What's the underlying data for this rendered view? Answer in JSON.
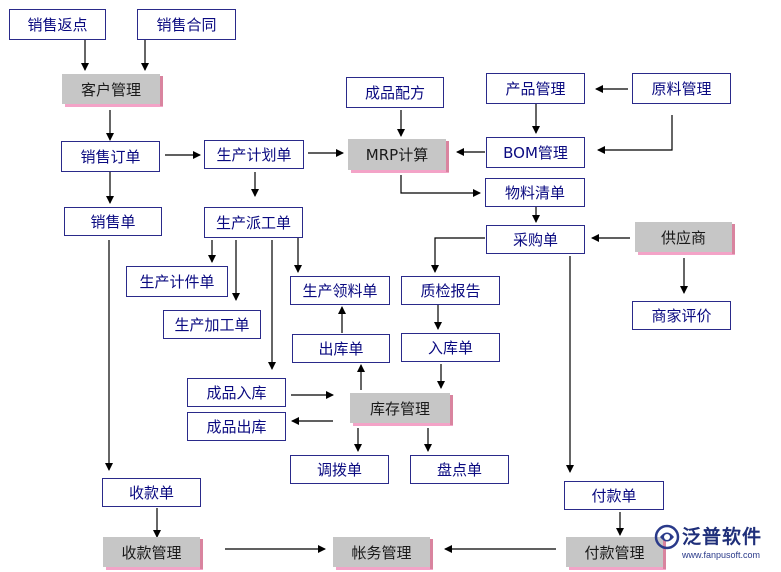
{
  "nodes": {
    "sales_rebate": "销售返点",
    "sales_contract": "销售合同",
    "customer_mgmt": "客户管理",
    "product_formula": "成品配方",
    "product_mgmt": "产品管理",
    "material_mgmt": "原料管理",
    "sales_order": "销售订单",
    "production_plan": "生产计划单",
    "mrp_calc": "MRP计算",
    "bom_mgmt": "BOM管理",
    "bill_of_materials": "物料清单",
    "sales_slip": "销售单",
    "dispatch_order": "生产派工单",
    "purchase_order": "采购单",
    "supplier": "供应商",
    "piecework_order": "生产计件单",
    "requisition_order": "生产领料单",
    "qc_report": "质检报告",
    "vendor_rating": "商家评价",
    "processing_order": "生产加工单",
    "outbound_order": "出库单",
    "inbound_order": "入库单",
    "finished_goods_in": "成品入库",
    "inventory_mgmt": "库存管理",
    "finished_goods_out": "成品出库",
    "transfer_order": "调拨单",
    "stocktake_order": "盘点单",
    "receipt_slip": "收款单",
    "payment_slip": "付款单",
    "receipt_mgmt": "收款管理",
    "accounts_mgmt": "帐务管理",
    "payment_mgmt": "付款管理"
  },
  "logo": {
    "name": "泛普软件",
    "url": "www.fanpusoft.com"
  },
  "colors": {
    "box_border": "#2a2a8a",
    "text": "#0a0a80",
    "hub_fill": "#c6c6c6",
    "hub_shadow": "#f3a3c7",
    "arrow": "#000000"
  }
}
